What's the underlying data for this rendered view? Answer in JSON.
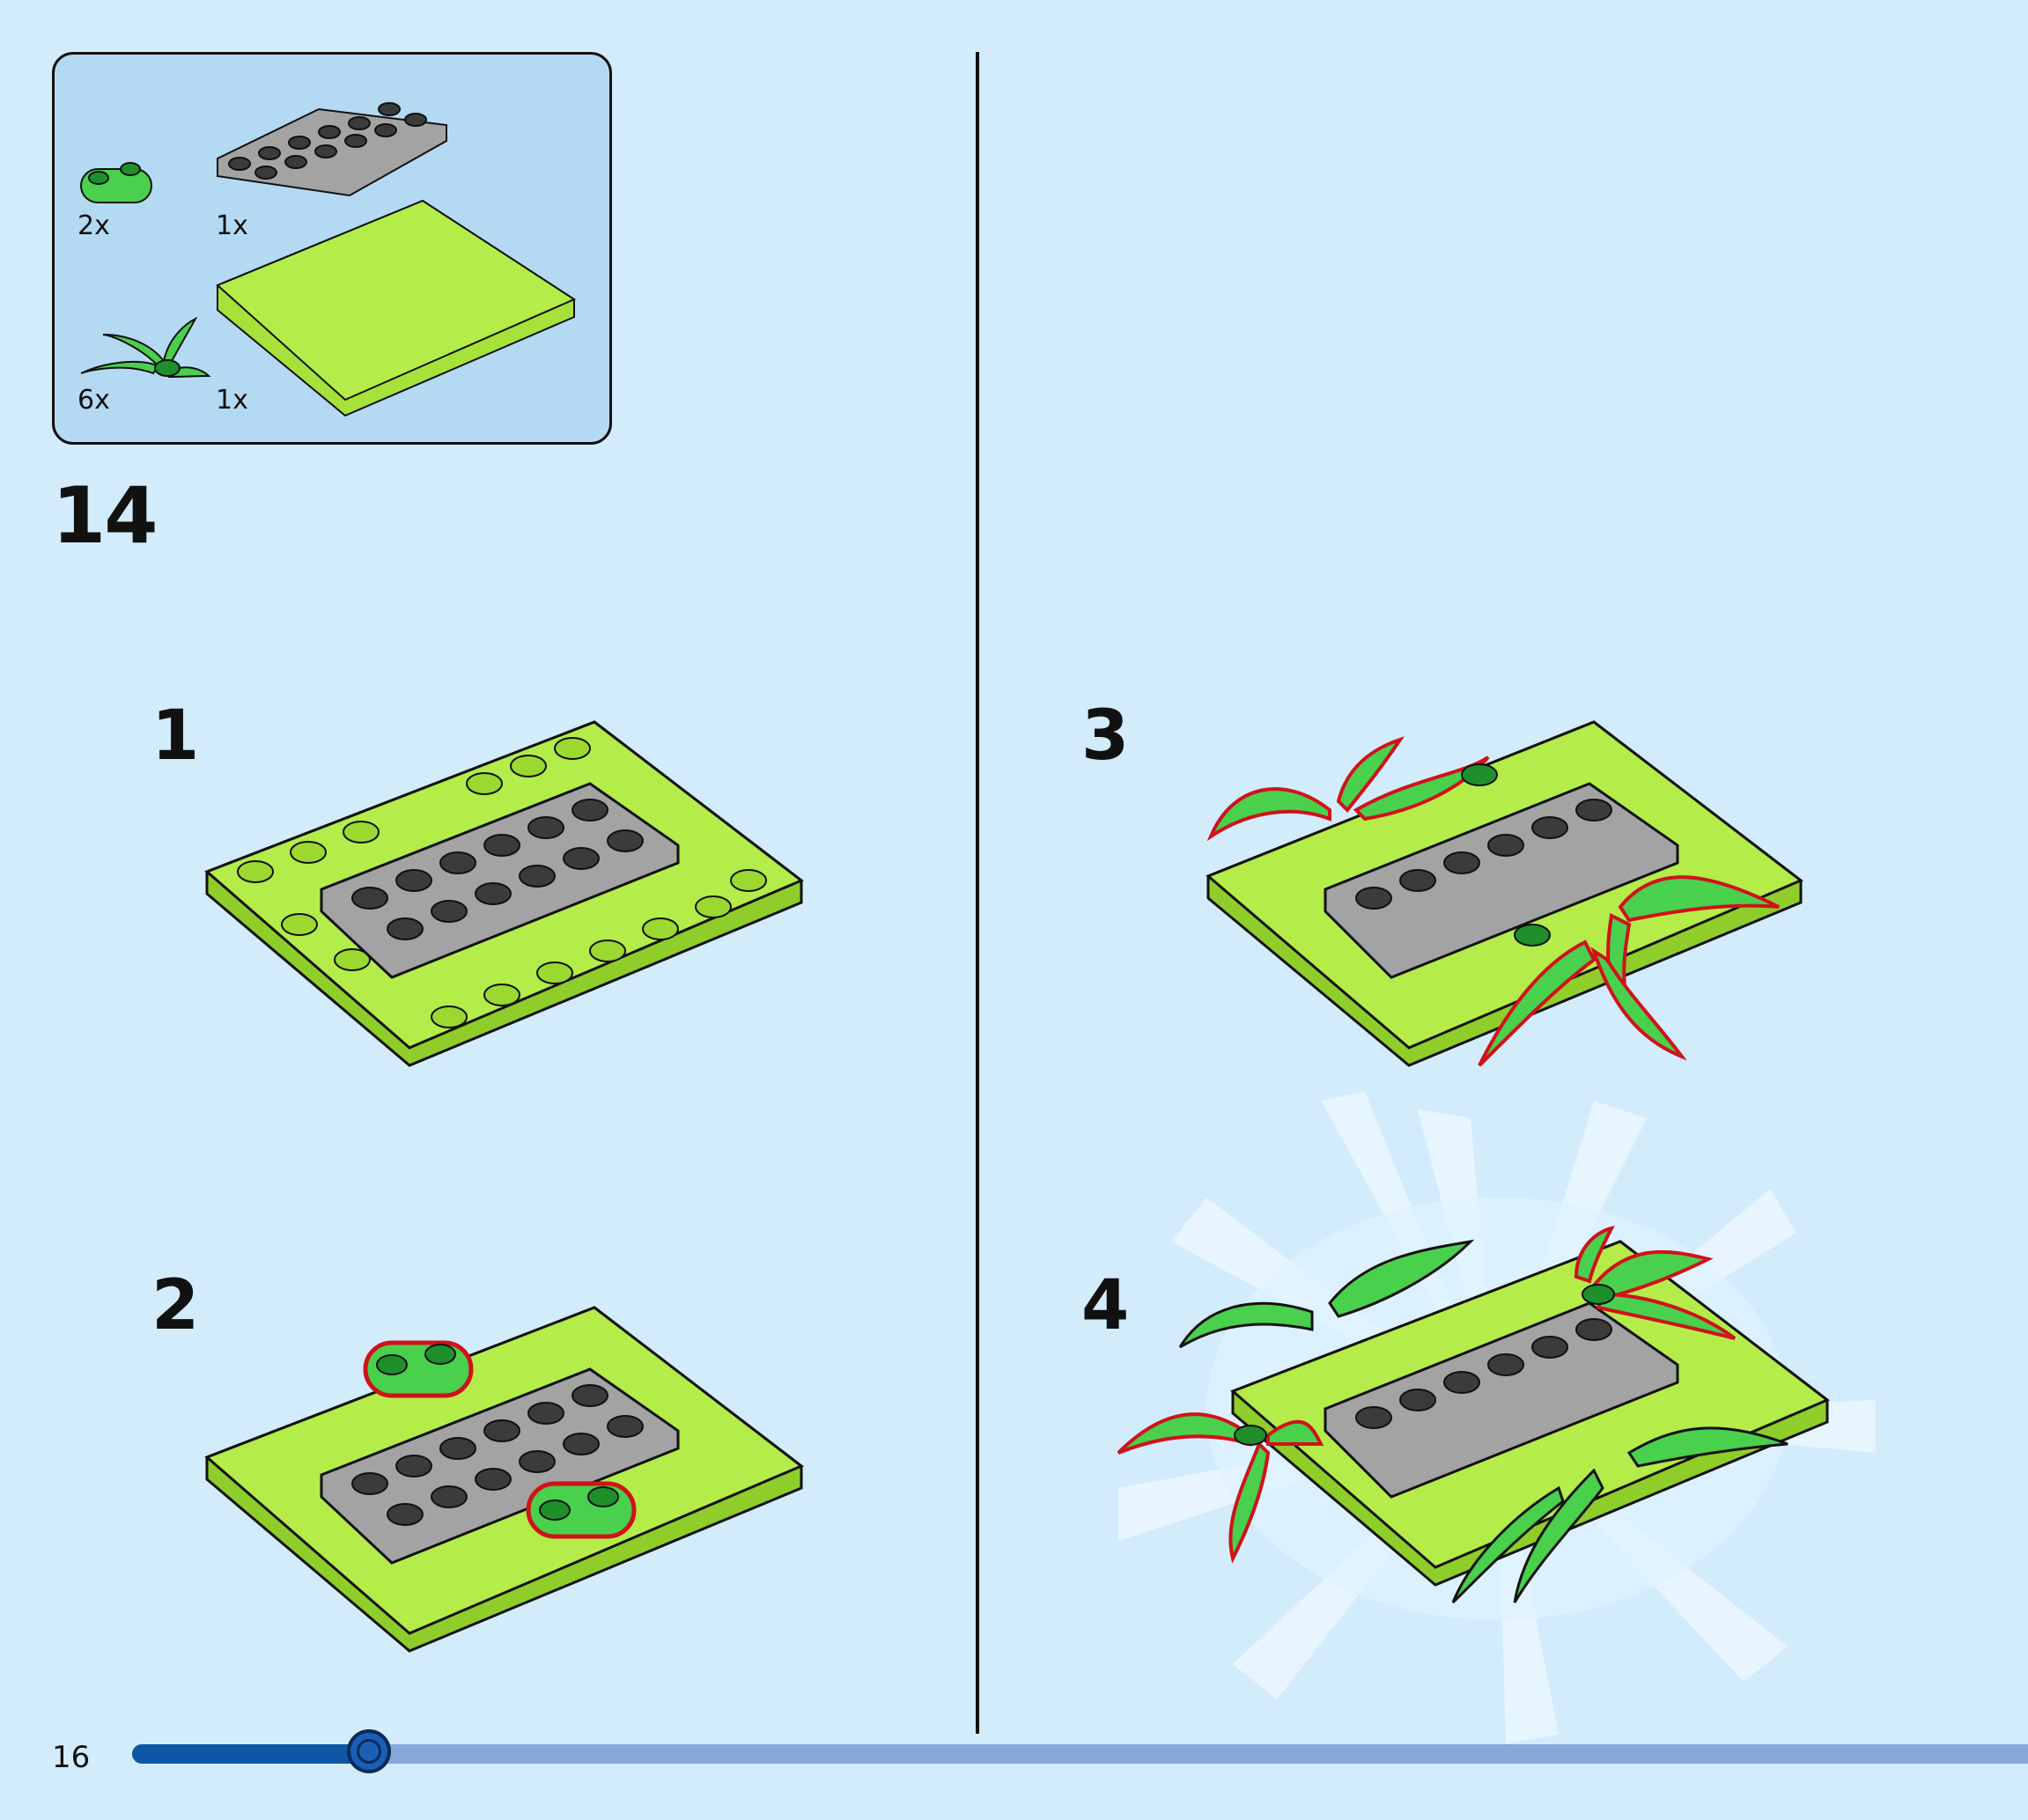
{
  "parts": [
    {
      "qty": "2x",
      "name": "green-round-plate"
    },
    {
      "qty": "1x",
      "name": "gray-plate"
    },
    {
      "qty": "6x",
      "name": "leaf-plant"
    },
    {
      "qty": "1x",
      "name": "lime-baseplate"
    }
  ],
  "step_number": "14",
  "substeps": [
    "1",
    "2",
    "3",
    "4"
  ],
  "page_number": "16",
  "progress": 0.125,
  "colors": {
    "background": "#d2ecfc",
    "parts_box": "#b4d9f3",
    "lime": "#a6e23a",
    "bright_green": "#49d04d",
    "gray": "#a3a3a3",
    "highlight_red": "#d0121b",
    "progress_fill": "#0d57a6",
    "progress_track": "#86a7d9"
  }
}
